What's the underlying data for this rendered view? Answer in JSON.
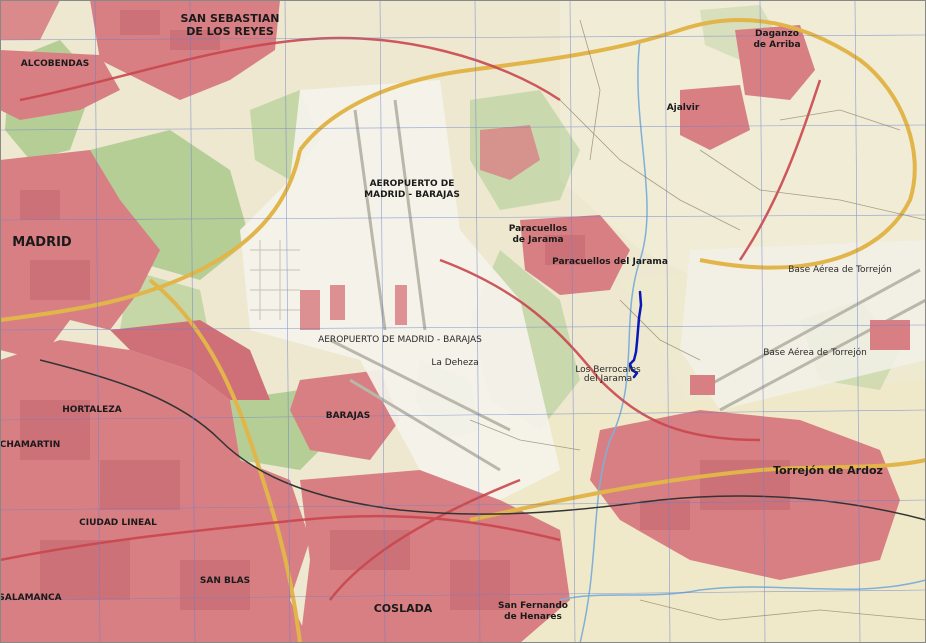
{
  "map": {
    "type": "topographic",
    "colors": {
      "background": "#ede8cf",
      "urban": "#d87f83",
      "urban_dark": "#c46670",
      "green": "#a9c98c",
      "airport": "#f4f2ea",
      "grid": "#6a7fcf",
      "route": "#0a18b8",
      "road_major": "#e2b54a",
      "road_red": "#c9474d"
    },
    "labels": {
      "ss_reyes_1": "SAN SEBASTIAN",
      "ss_reyes_2": "DE LOS REYES",
      "alcobendas": "ALCOBENDAS",
      "madrid": "MADRID",
      "aero_1": "AEROPUERTO DE",
      "aero_2": "MADRID - BARAJAS",
      "aero_3": "AEROPUERTO DE MADRID - BARAJAS",
      "paracuellos_1": "Paracuellos",
      "paracuellos_2": "de Jarama",
      "paracuellos_3": "Paracuellos del Jarama",
      "daganzo_1": "Daganzo",
      "daganzo_2": "de Arriba",
      "ajalvir": "Ajalvir",
      "base_1": "Base Aérea de Torrejón",
      "base_2": "Base Aérea de Torrejón",
      "barrancas_1": "Los Berrocales",
      "barrancas_2": "del Jarama",
      "barajas": "BARAJAS",
      "coslada": "COSLADA",
      "sanfernando_1": "San Fernando",
      "sanfernando_2": "de Henares",
      "torrejon": "Torrejón de Ardoz",
      "ciudad_lineal": "CIUDAD LINEAL",
      "hortaleza": "HORTALEZA",
      "chamartin": "CHAMARTIN",
      "san_blas": "SAN BLAS",
      "salamanca": "SALAMANCA",
      "la_deheza": "La Deheza"
    },
    "route": {
      "name": "blue-track",
      "color": "#0a18b8"
    }
  }
}
